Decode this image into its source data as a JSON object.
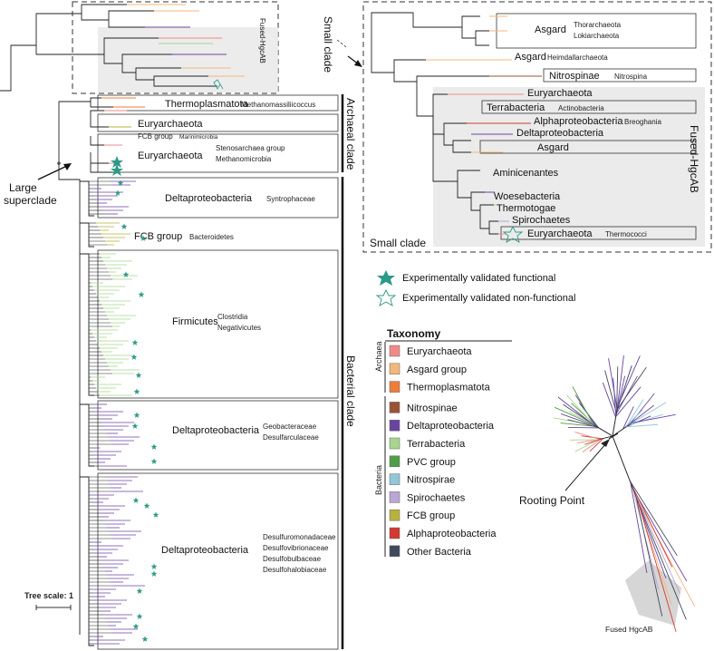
{
  "clade_labels": {
    "small_clade_vertical": "Small clade",
    "small_clade_inset": "Small clade",
    "fused_vertical": "Fused-HgcAB",
    "fused_inset": "Fused-HgcAB",
    "archaeal_clade": "Archaeal clade",
    "bacterial_clade": "Bacterial clade",
    "large_superclade": [
      "Large",
      "superclade"
    ]
  },
  "left_tree_groups": [
    {
      "name": "Thermoplasmatota",
      "sub": [
        "Methanomassiliicoccus"
      ]
    },
    {
      "name": "Euryarchaeota",
      "sub": []
    },
    {
      "name": "FCB group",
      "sub": [
        "Marinimicrobia"
      ]
    },
    {
      "name": "Euryarchaeota",
      "sub": [
        "Stenosarchaea group",
        "Methanomicrobia"
      ]
    },
    {
      "name": "Deltaproteobacteria",
      "sub": [
        "Syntrophaceae"
      ]
    },
    {
      "name": "FCB group",
      "sub": [
        "Bacteroidetes"
      ]
    },
    {
      "name": "Firmicutes",
      "sub": [
        "Clostridia",
        "Negativicutes"
      ]
    },
    {
      "name": "Deltaproteobacteria",
      "sub": [
        "Geobacteraceae",
        "Desulfarculaceae"
      ]
    },
    {
      "name": "Deltaproteobacteria",
      "sub": [
        "Desulfuromonadaceae",
        "Desulfovibrionaceae",
        "Desulfobulbaceae",
        "Desulfohalobiaceae"
      ]
    }
  ],
  "inset_tree_groups": [
    {
      "name": "Asgard",
      "sub": [
        "Thorarchaeota",
        "Lokiarchaeota"
      ]
    },
    {
      "name": "Asgard",
      "sub": [
        "Heimdallarchaeota"
      ]
    },
    {
      "name": "Nitrospinae",
      "sub": [
        "Nitrospina"
      ]
    },
    {
      "name": "Euryarchaeota",
      "sub": []
    },
    {
      "name": "Terrabacteria",
      "sub": [
        "Actinobacteria"
      ]
    },
    {
      "name": "Alphaproteobacteria",
      "sub": [
        "Breoghania"
      ]
    },
    {
      "name": "Deltaproteobacteria",
      "sub": []
    },
    {
      "name": "Asgard",
      "sub": []
    },
    {
      "name": "Aminicenantes",
      "sub": []
    },
    {
      "name": "Woesebacteria",
      "sub": []
    },
    {
      "name": "Thermotogae",
      "sub": []
    },
    {
      "name": "Spirochaetes",
      "sub": []
    },
    {
      "name": "Euryarchaeota",
      "sub": [
        "Thermococci"
      ]
    }
  ],
  "legend_markers": {
    "functional": "Experimentally validated functional",
    "nonfunctional": "Experimentally validated non-functional"
  },
  "taxonomy": {
    "title": "Taxonomy",
    "groups": [
      {
        "name": "Archaea",
        "items": [
          {
            "label": "Euryarchaeota",
            "color": "#f08a8a"
          },
          {
            "label": "Asgard group",
            "color": "#f3b77a"
          },
          {
            "label": "Thermoplasmatota",
            "color": "#ee7d3a"
          }
        ]
      },
      {
        "name": "Bacteria",
        "items": [
          {
            "label": "Nitrospinae",
            "color": "#9a5334"
          },
          {
            "label": "Deltaproteobacteria",
            "color": "#6a44a0"
          },
          {
            "label": "Terrabacteria",
            "color": "#a9d58c"
          },
          {
            "label": "PVC group",
            "color": "#4f9e47"
          },
          {
            "label": "Nitrospirae",
            "color": "#92c6d8"
          },
          {
            "label": "Spirochaetes",
            "color": "#b9a6d4"
          },
          {
            "label": "FCB group",
            "color": "#b9b23c"
          },
          {
            "label": "Alphaproteobacteria",
            "color": "#d43a32"
          },
          {
            "label": "Other Bacteria",
            "color": "#3f4a5e"
          }
        ]
      }
    ]
  },
  "unrooted": {
    "rooting_point": "Rooting Point",
    "fused_label": "Fused HgcAB"
  },
  "scale_bar": "Tree scale: 1",
  "marker_colors": {
    "star": "#2e9a86"
  }
}
